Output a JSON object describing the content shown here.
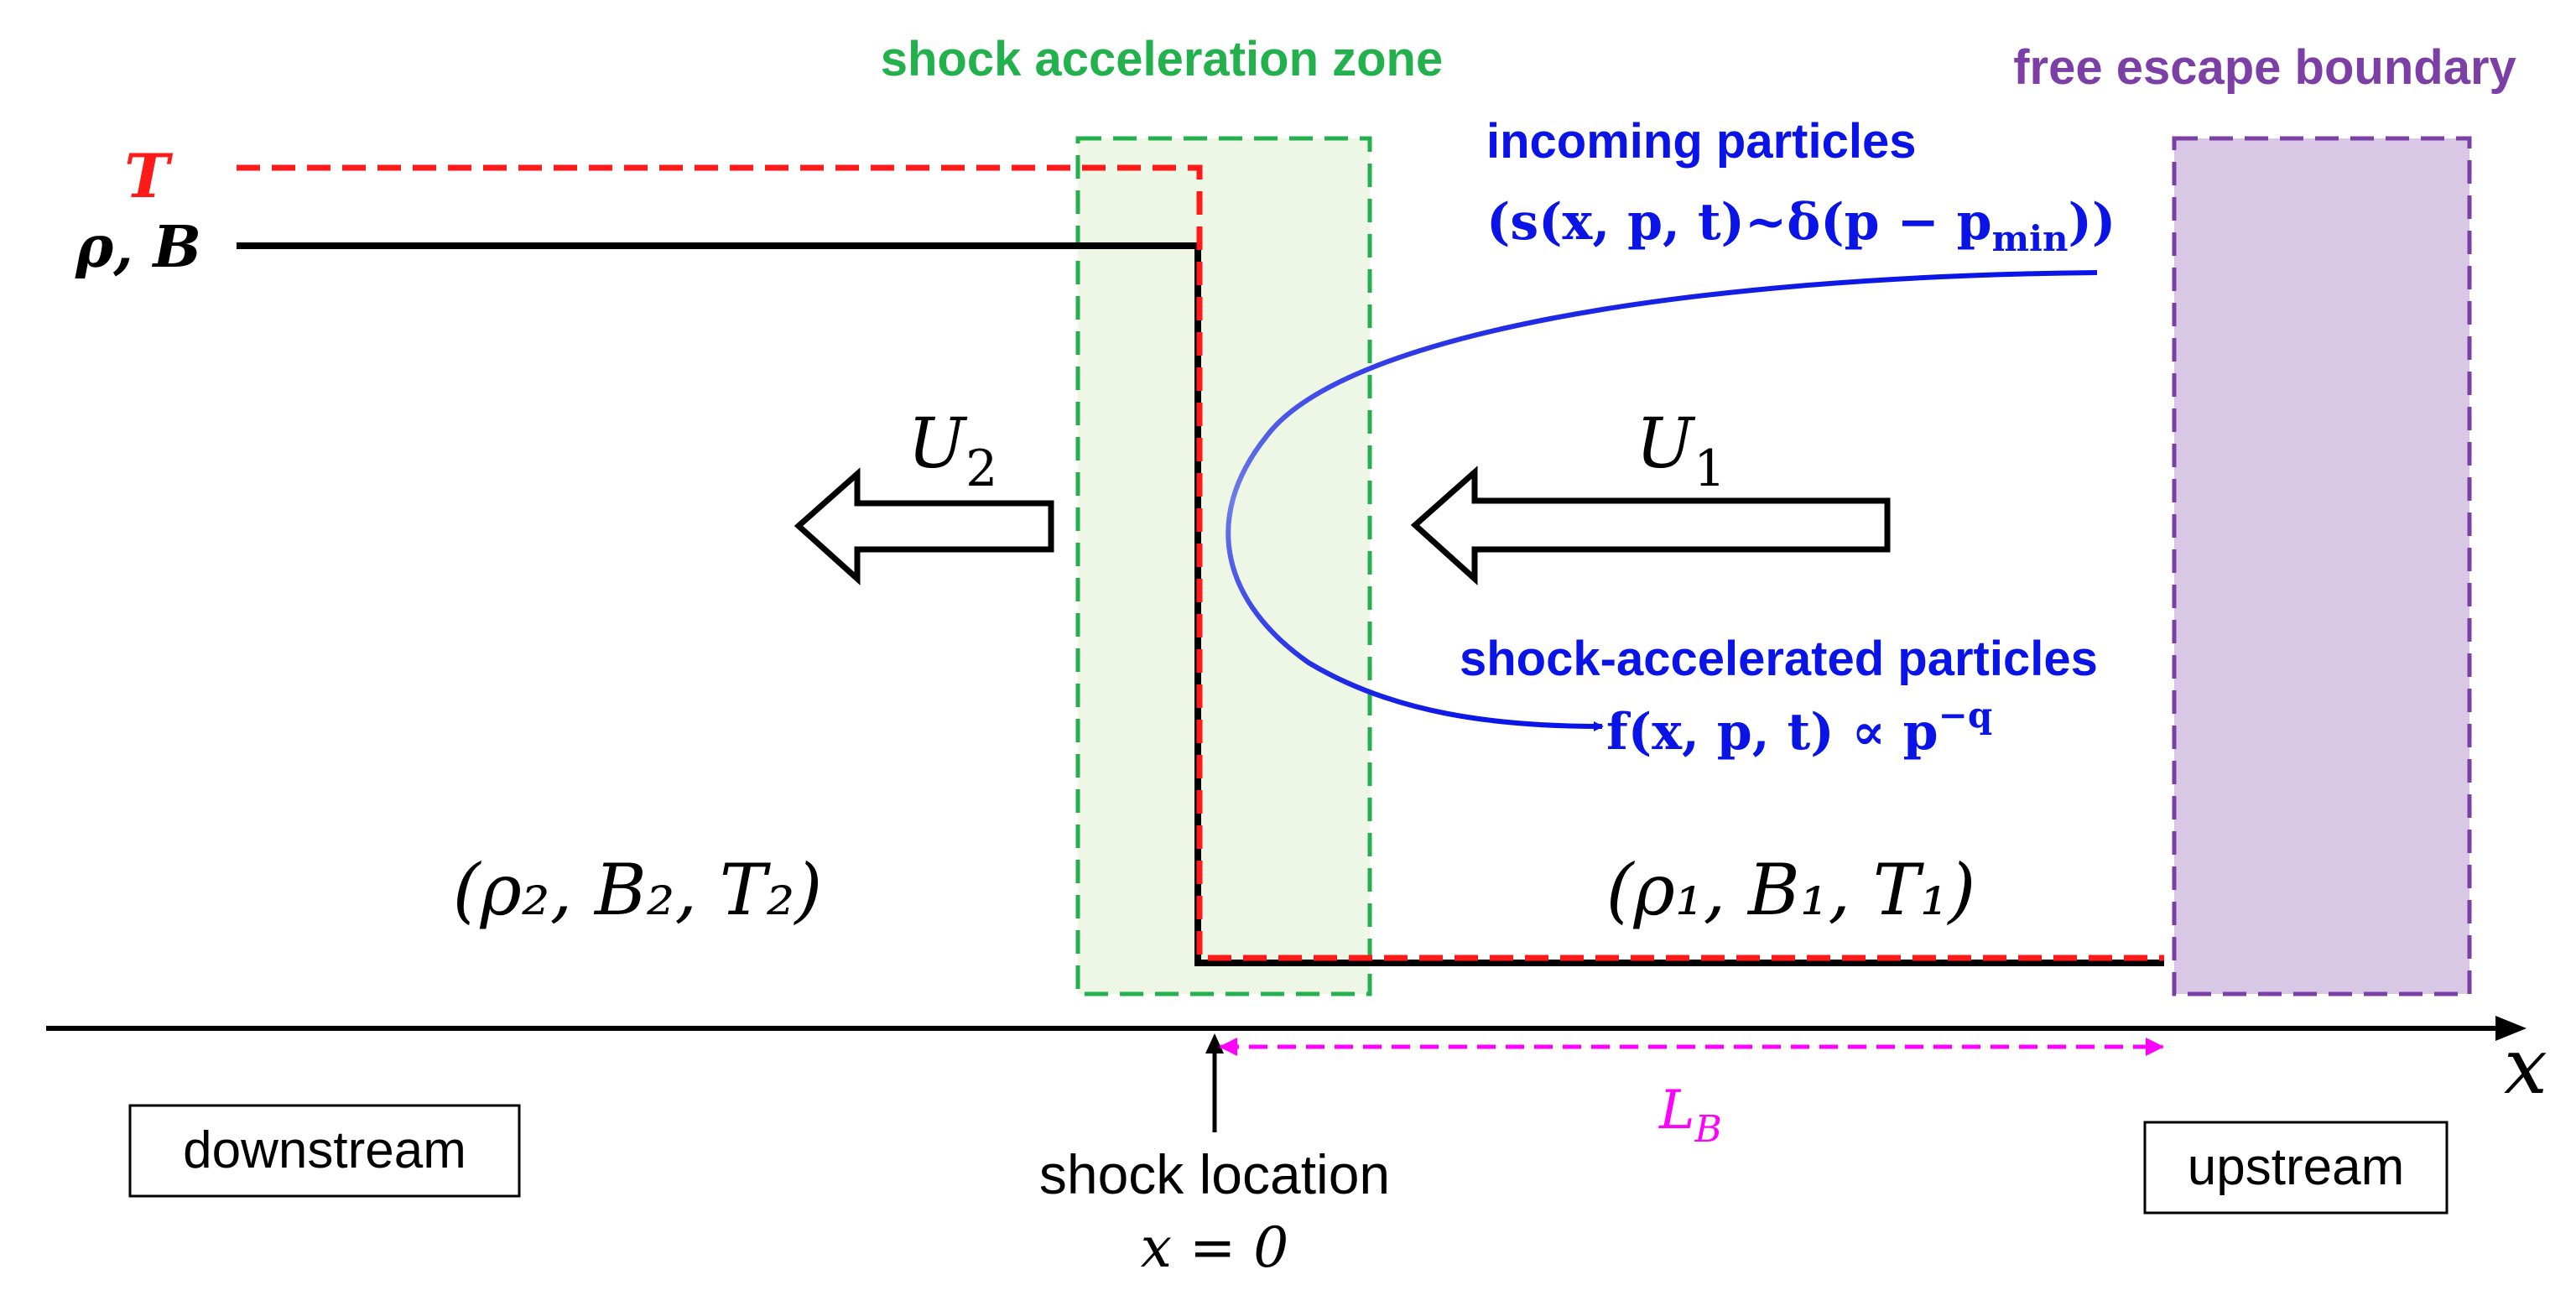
{
  "labels": {
    "zone_title": "shock acceleration zone",
    "free_escape_title": "free escape boundary",
    "incoming_title": "incoming particles",
    "incoming_formula": "(s(x, p, t)~δ(p − p",
    "incoming_formula_sub": "min",
    "incoming_formula_close": "))",
    "accel_title": "shock-accelerated particles",
    "accel_formula": "f(x, p, t) ∝ p",
    "accel_formula_sup": "−q",
    "T": "T",
    "rho_B": "ρ, B",
    "U2": "U",
    "U2_sub": "2",
    "U1": "U",
    "U1_sub": "1",
    "downstream_state": "(ρ₂, B₂, T₂)",
    "upstream_state": "(ρ₁, B₁, T₁)",
    "x_axis": "x",
    "LB": "L",
    "LB_sub": "B",
    "downstream": "downstream",
    "upstream": "upstream",
    "shock_location": "shock location",
    "shock_x": "x = 0"
  },
  "colors": {
    "temperature": "#ff1a1a",
    "density_field": "#000000",
    "zone": "#22b14c",
    "zone_fill": "#eef6e6",
    "escape": "#7b3fa6",
    "escape_fill": "#d8c8e6",
    "particles": "#0a14e6",
    "length": "#ff00ff"
  }
}
